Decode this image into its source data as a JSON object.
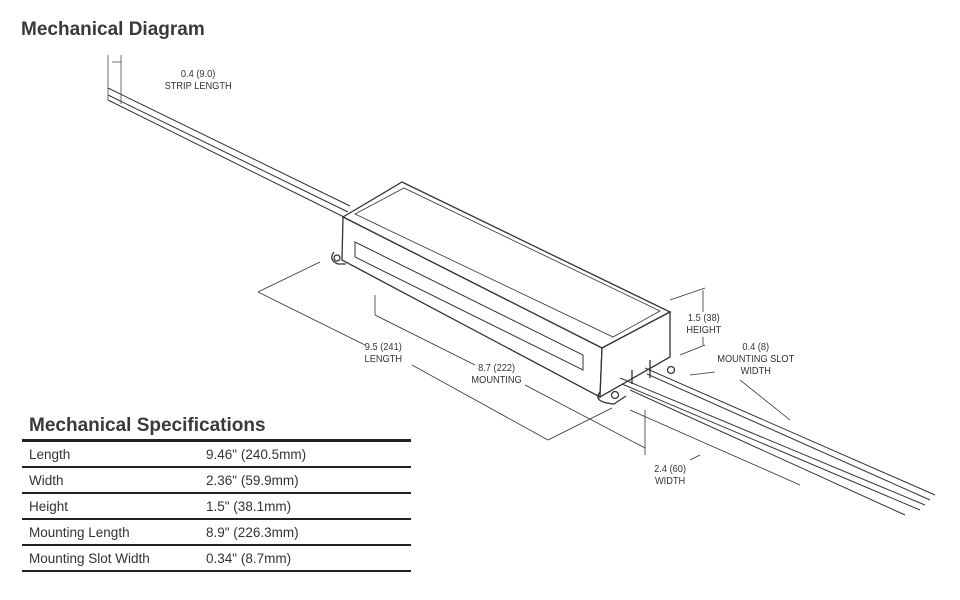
{
  "diagram": {
    "title": "Mechanical Diagram",
    "labels": {
      "strip_value": "0.4 (9.0)",
      "strip_name": "STRIP LENGTH",
      "length_value": "9.5 (241)",
      "length_name": "LENGTH",
      "mounting_value": "8.7 (222)",
      "mounting_name": "MOUNTING",
      "height_value": "1.5 (38)",
      "height_name": "HEIGHT",
      "slot_value": "0.4 (8)",
      "slot_name1": "MOUNTING SLOT",
      "slot_name2": "WIDTH",
      "width_value": "2.4 (60)",
      "width_name": "WIDTH"
    }
  },
  "specs": {
    "title": "Mechanical Specifications",
    "rows": [
      {
        "label": "Length",
        "value": "9.46\" (240.5mm)"
      },
      {
        "label": "Width",
        "value": "2.36\" (59.9mm)"
      },
      {
        "label": "Height",
        "value": "1.5\" (38.1mm)"
      },
      {
        "label": "Mounting Length",
        "value": "8.9\" (226.3mm)"
      },
      {
        "label": "Mounting Slot Width",
        "value": "0.34\" (8.7mm)"
      }
    ]
  }
}
